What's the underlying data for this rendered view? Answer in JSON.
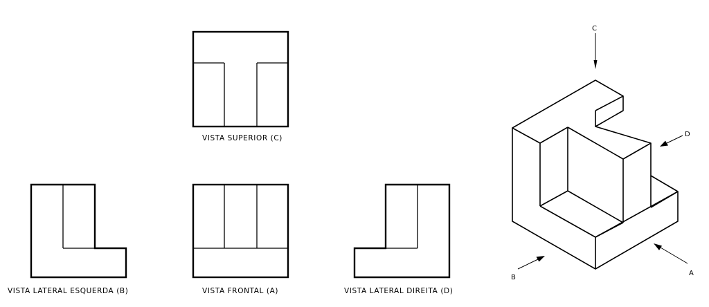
{
  "views": {
    "top": {
      "label": "VISTA SUPERIOR (C)"
    },
    "front": {
      "label": "VISTA FRONTAL (A)"
    },
    "left": {
      "label": "VISTA LATERAL ESQUERDA (B)"
    },
    "right": {
      "label": "VISTA LATERAL DIREITA (D)"
    }
  },
  "isometric": {
    "direction_labels": {
      "a": "A",
      "b": "B",
      "c": "C",
      "d": "D"
    }
  }
}
